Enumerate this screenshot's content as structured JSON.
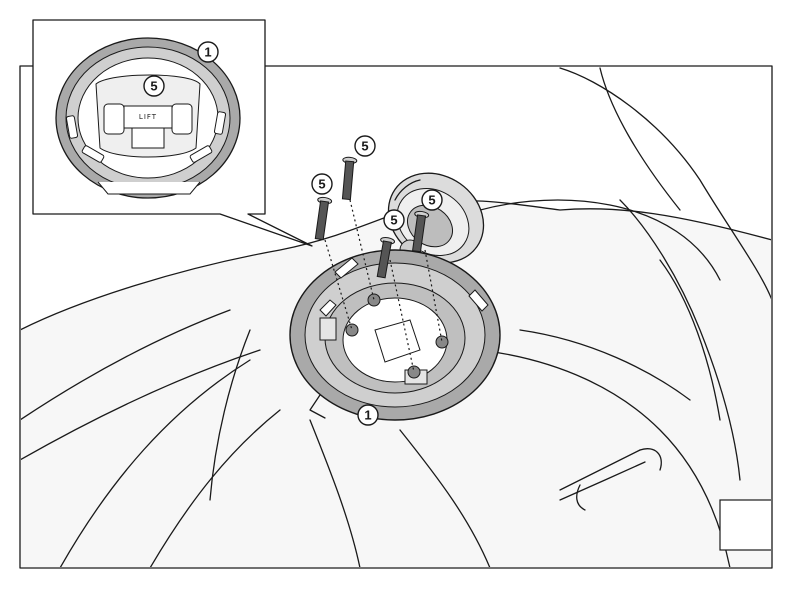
{
  "colors": {
    "stroke": "#1a1a1a",
    "ring_fill": "#a9a9a9",
    "ring_inner": "#cfcfcf",
    "tank_fill": "#f7f7f7",
    "background": "#ffffff"
  },
  "inset": {
    "callout_ring": "1",
    "callout_screw": "5",
    "lift_label": "LIFT"
  },
  "main": {
    "callout_ring": "1",
    "screw_callouts": [
      "5",
      "5",
      "5",
      "5"
    ]
  }
}
